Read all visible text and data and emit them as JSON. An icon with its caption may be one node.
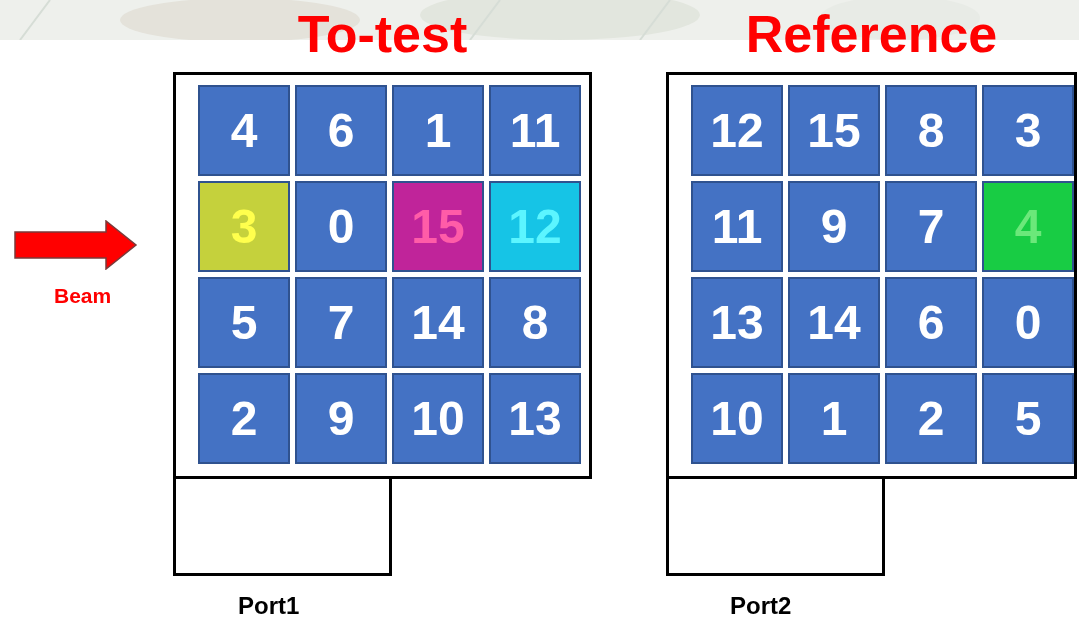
{
  "diagram": {
    "nodes": [
      {
        "text": [
          "To-test"
        ]
      },
      {
        "text": [
          "4"
        ],
        "in": 0
      },
      {
        "text": [
          "6"
        ],
        "in": 0
      },
      {
        "text": [
          "1"
        ],
        "in": 0
      },
      {
        "text": [
          "11"
        ],
        "in": 0
      },
      {
        "text": [
          "3"
        ],
        "in": 0
      },
      {
        "text": [
          "0"
        ],
        "in": 0
      },
      {
        "text": [
          "15"
        ],
        "in": 0
      },
      {
        "text": [
          "12"
        ],
        "in": 0
      },
      {
        "text": [
          "5"
        ],
        "in": 0
      },
      {
        "text": [
          "7"
        ],
        "in": 0
      },
      {
        "text": [
          "14"
        ],
        "in": 0
      },
      {
        "text": [
          "8"
        ],
        "in": 0
      },
      {
        "text": [
          "2"
        ],
        "in": 0
      },
      {
        "text": [
          "9"
        ],
        "in": 0
      },
      {
        "text": [
          "10"
        ],
        "in": 0
      },
      {
        "text": [
          "13"
        ],
        "in": 0
      },
      {
        "text": [],
        "shape": "box",
        "beside": [
          "Port1"
        ]
      },
      {
        "text": [
          "Reference"
        ]
      },
      {
        "text": [
          "12"
        ],
        "in": 18
      },
      {
        "text": [
          "15"
        ],
        "in": 18
      },
      {
        "text": [
          "8"
        ],
        "in": 18
      },
      {
        "text": [
          "3"
        ],
        "in": 18
      },
      {
        "text": [
          "11"
        ],
        "in": 18
      },
      {
        "text": [
          "9"
        ],
        "in": 18
      },
      {
        "text": [
          "7"
        ],
        "in": 18
      },
      {
        "text": [
          "4"
        ],
        "in": 18
      },
      {
        "text": [
          "13"
        ],
        "in": 18
      },
      {
        "text": [
          "14"
        ],
        "in": 18
      },
      {
        "text": [
          "6"
        ],
        "in": 18
      },
      {
        "text": [
          "0"
        ],
        "in": 18
      },
      {
        "text": [
          "10"
        ],
        "in": 18
      },
      {
        "text": [
          "1"
        ],
        "in": 18
      },
      {
        "text": [
          "2"
        ],
        "in": 18
      },
      {
        "text": [
          "5"
        ],
        "in": 18
      },
      {
        "text": [],
        "shape": "box",
        "beside": [
          "Port2"
        ]
      }
    ],
    "edges": [],
    "labels": [
      "Beam"
    ]
  }
}
